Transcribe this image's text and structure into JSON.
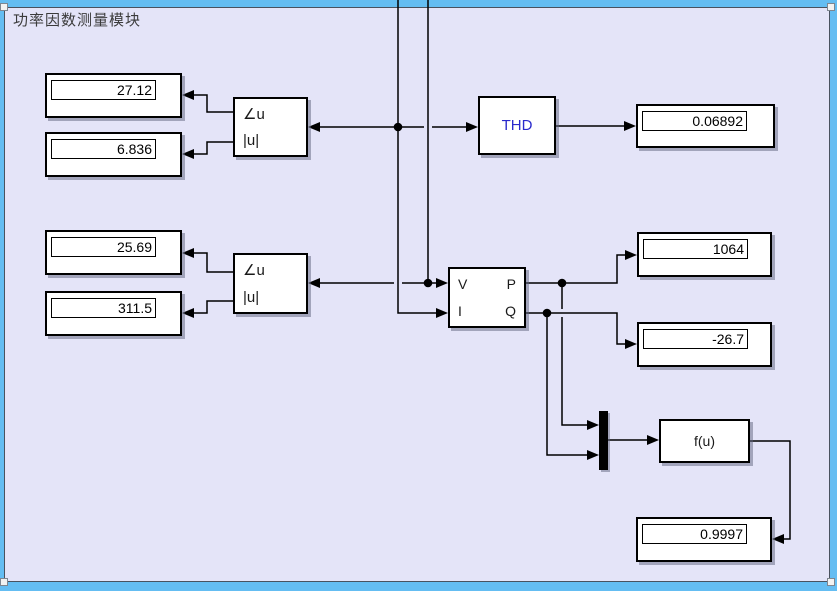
{
  "title": "功率因数测量模块",
  "colors": {
    "frame": "#64BDF2",
    "canvas": "#E4E4F8",
    "thd_text": "#2929CC"
  },
  "blocks": {
    "angle1": {
      "top_label": "∠u",
      "bottom_label": "|u|"
    },
    "angle2": {
      "top_label": "∠u",
      "bottom_label": "|u|"
    },
    "thd": {
      "label": "THD"
    },
    "power": {
      "in1": "V",
      "in2": "I",
      "out1": "P",
      "out2": "Q"
    },
    "fcn": {
      "label": "f(u)"
    }
  },
  "displays": {
    "angle1_deg": "27.12",
    "angle1_mag": "6.836",
    "angle2_deg": "25.69",
    "angle2_mag": "311.5",
    "thd_value": "0.06892",
    "p_value": "1064",
    "q_value": "-26.7",
    "pf_value": "0.9997"
  }
}
